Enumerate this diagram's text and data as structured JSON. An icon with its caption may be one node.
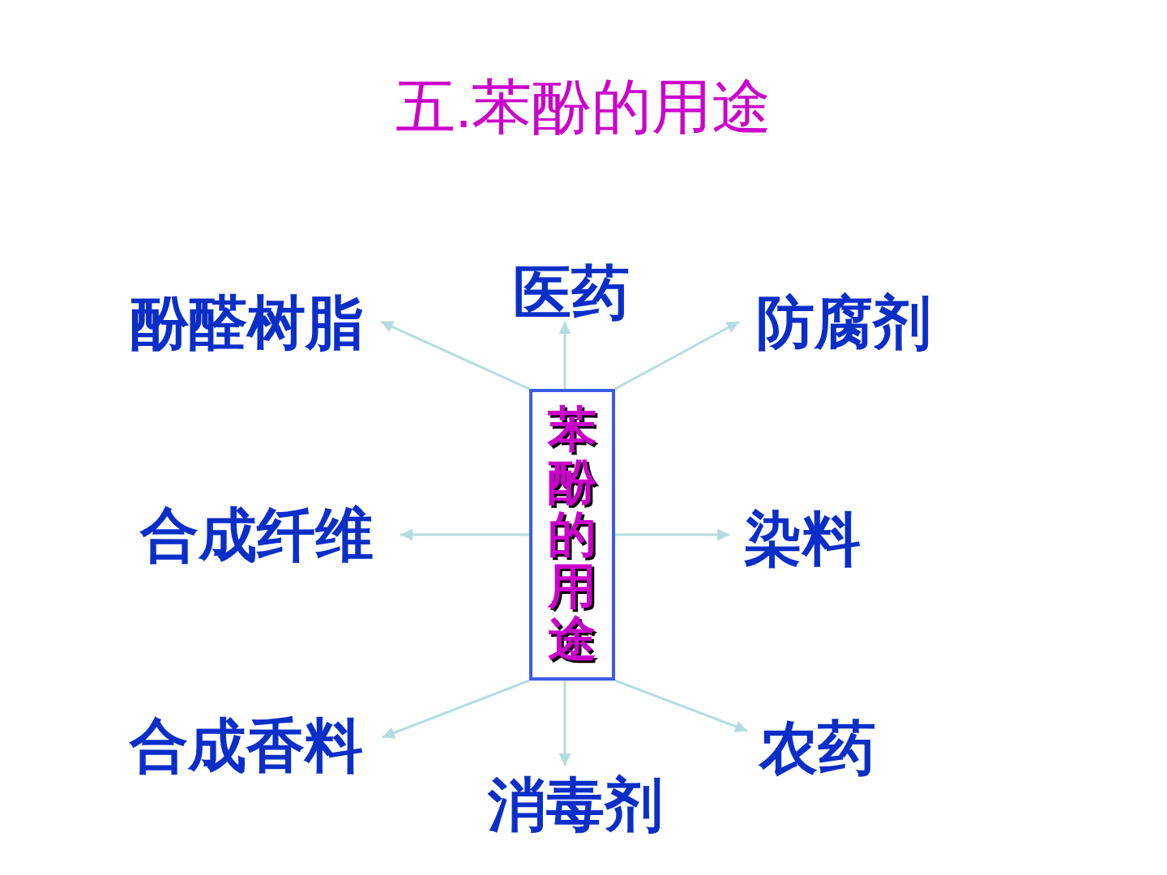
{
  "diagram": {
    "title": "五.苯酚的用途",
    "nodes": [
      {
        "text": [
          "苯酚的用途"
        ]
      },
      {
        "text": [
          "酚醛树脂"
        ]
      },
      {
        "text": [
          "医药"
        ]
      },
      {
        "text": [
          "防腐剂"
        ]
      },
      {
        "text": [
          "合成纤维"
        ]
      },
      {
        "text": [
          "染料"
        ]
      },
      {
        "text": [
          "合成香料"
        ]
      },
      {
        "text": [
          "消毒剂"
        ]
      },
      {
        "text": [
          "农药"
        ]
      }
    ],
    "edges": [
      {
        "from": 0,
        "to": 1,
        "arrow": "to"
      },
      {
        "from": 0,
        "to": 2,
        "arrow": "to"
      },
      {
        "from": 0,
        "to": 3,
        "arrow": "to"
      },
      {
        "from": 0,
        "to": 4,
        "arrow": "to"
      },
      {
        "from": 0,
        "to": 5,
        "arrow": "to"
      },
      {
        "from": 0,
        "to": 6,
        "arrow": "to"
      },
      {
        "from": 0,
        "to": 7,
        "arrow": "to"
      },
      {
        "from": 0,
        "to": 8,
        "arrow": "to"
      }
    ]
  }
}
